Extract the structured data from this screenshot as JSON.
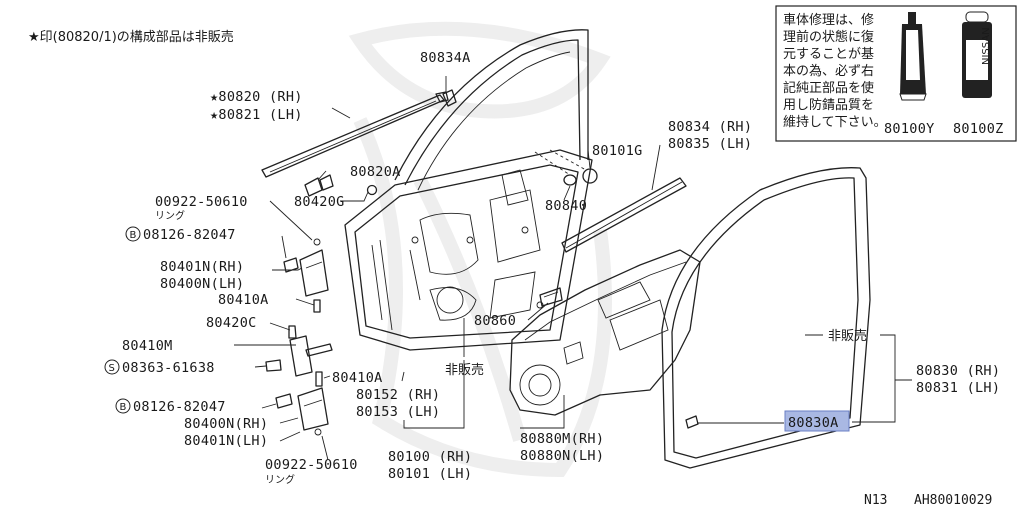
{
  "header_note": "★印(80820/1)の構成部品は非販売",
  "info_box": {
    "text_lines": [
      "車体修理は、修",
      "理前の状態に復",
      "元することが基",
      "本の為、必ず右",
      "記純正部品を使",
      "用し防錆品質を",
      "維持して下さい。"
    ],
    "tube_code": "80100Y",
    "can_code": "80100Z",
    "can_label": "NISSAN"
  },
  "labels": {
    "p80834A": "80834A",
    "p80820RH": "★80820 (RH)",
    "p80821LH": "★80821 (LH)",
    "p80820A": "80820A",
    "p80420G": "80420G",
    "p00922_top": "00922-50610",
    "ring_top": "リング",
    "p08126_top": "08126-82047",
    "p80401N_RH": "80401N(RH)",
    "p80400N_LH": "80400N(LH)",
    "p80410A_top": "80410A",
    "p80420C": "80420C",
    "p80410M": "80410M",
    "p08363": "08363-61638",
    "p80410A_mid": "80410A",
    "p08126_bot": "08126-82047",
    "p80400N_RH": "80400N(RH)",
    "p80401N_LH": "80401N(LH)",
    "p00922_bot": "00922-50610",
    "ring_bot": "リング",
    "p80101G": "80101G",
    "p80840": "80840",
    "p80834RH": "80834 (RH)",
    "p80835LH": "80835 (LH)",
    "p80860": "80860",
    "not_sold_mid": "非販売",
    "p80152RH": "80152 (RH)",
    "p80153LH": "80153 (LH)",
    "p80100RH": "80100 (RH)",
    "p80101LH": "80101 (LH)",
    "p80880M": "80880M(RH)",
    "p80880N": "80880N(LH)",
    "not_sold_right": "非販売",
    "p80830RH": "80830 (RH)",
    "p80831LH": "80831 (LH)",
    "p80830A": "80830A",
    "p80830A_highlight": "#a9b8e3"
  },
  "footer": {
    "page": "N13",
    "code": "AH80010029"
  }
}
